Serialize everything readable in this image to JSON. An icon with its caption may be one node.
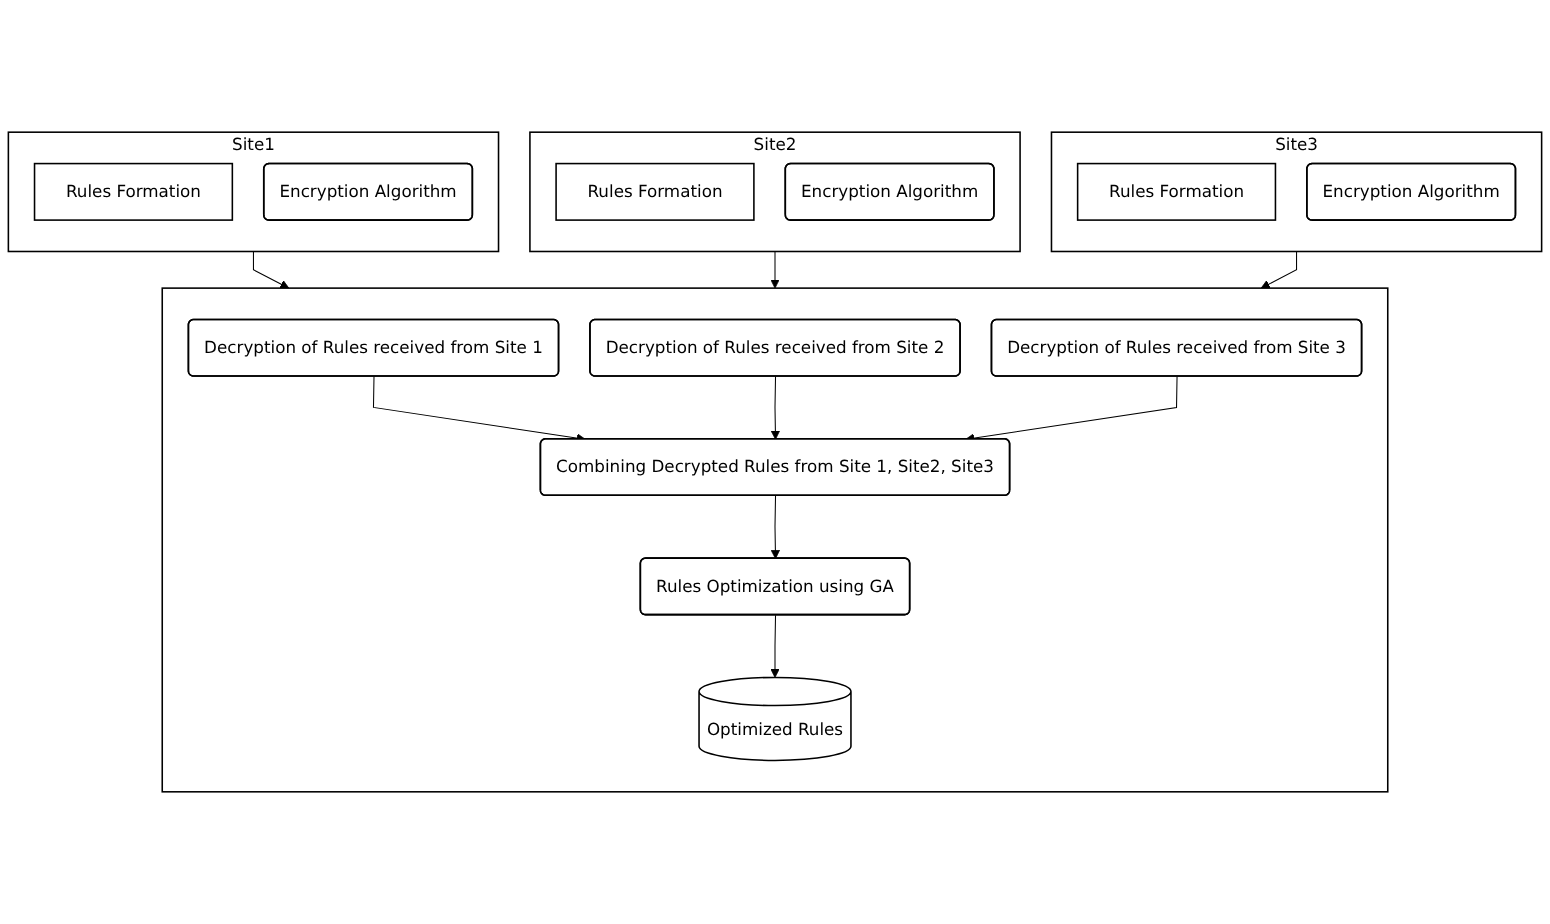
{
  "diagram": {
    "nodes": [
      {
        "text": [
          "Site1"
        ]
      },
      {
        "text": [
          "Rules Formation"
        ],
        "in": 0
      },
      {
        "text": [
          "Encryption Algorithm"
        ],
        "in": 0
      },
      {
        "text": [
          "Site2"
        ]
      },
      {
        "text": [
          "Rules Formation"
        ],
        "in": 3
      },
      {
        "text": [
          "Encryption Algorithm"
        ],
        "in": 3
      },
      {
        "text": [
          "Site3"
        ]
      },
      {
        "text": [
          "Rules Formation"
        ],
        "in": 6
      },
      {
        "text": [
          "Encryption Algorithm"
        ],
        "in": 6
      },
      {
        "text": [],
        "shape": "box"
      },
      {
        "text": [
          "Decryption of Rules received from Site 1"
        ],
        "in": 9
      },
      {
        "text": [
          "Decryption of Rules received from Site 2"
        ],
        "in": 9
      },
      {
        "text": [
          "Decryption of Rules received from Site 3"
        ],
        "in": 9
      },
      {
        "text": [
          "Combining Decrypted Rules from Site 1, Site2, Site3"
        ],
        "in": 9
      },
      {
        "text": [
          "Rules Optimization using GA"
        ],
        "in": 9
      },
      {
        "text": [
          "Optimized Rules"
        ],
        "in": 9
      }
    ],
    "edges": [
      {
        "from": 0,
        "to": 9,
        "arrow": "to"
      },
      {
        "from": 3,
        "to": 9,
        "arrow": "to"
      },
      {
        "from": 6,
        "to": 9,
        "arrow": "to"
      },
      {
        "from": 10,
        "to": 13,
        "arrow": "to"
      },
      {
        "from": 11,
        "to": 13,
        "arrow": "to"
      },
      {
        "from": 12,
        "to": 13,
        "arrow": "to"
      },
      {
        "from": 13,
        "to": 14,
        "arrow": "to"
      },
      {
        "from": 14,
        "to": 15,
        "arrow": "to"
      }
    ]
  }
}
